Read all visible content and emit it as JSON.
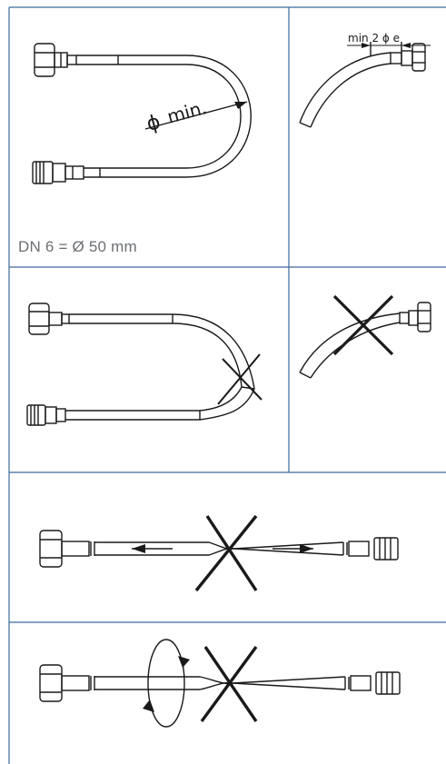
{
  "panels": {
    "min_radius": {
      "symbol": "ϕ",
      "label": "min."
    },
    "clearance": {
      "text": "min 2 ϕ e"
    },
    "note": "DN 6 = Ø 50 mm",
    "kink": {},
    "tangent_bend": {},
    "stretch": {},
    "twist": {}
  },
  "colors": {
    "grid": "#3d6a9a",
    "ink": "#1a1a1a",
    "note_text": "#6b6f73"
  }
}
